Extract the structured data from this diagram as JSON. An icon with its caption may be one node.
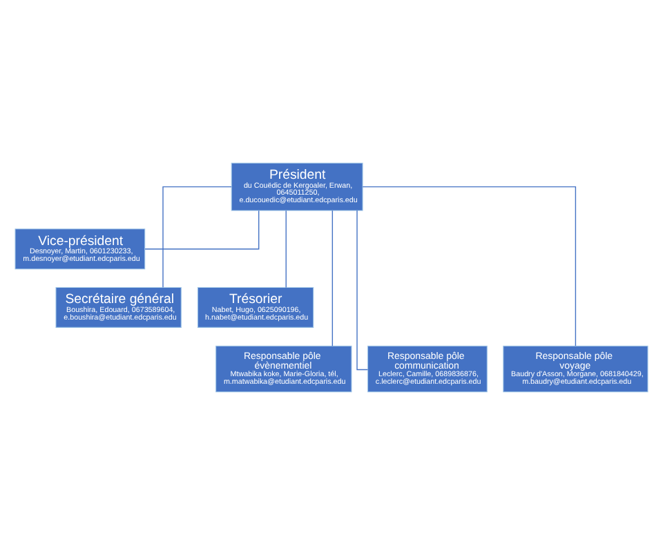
{
  "diagram": {
    "nodes": [
      {
        "text": [
          "Président",
          "du Couëdic de Kergoaler, Erwan, 0645011250, e.ducouedic@etudiant.edcparis.edu"
        ]
      },
      {
        "text": [
          "Vice-président",
          "Desnoyer, Martin, 0601230233, m.desnoyer@etudiant.edcparis.edu"
        ]
      },
      {
        "text": [
          "Secrétaire général",
          "Boushira, Edouard, 0673589604, e.boushira@etudiant.edcparis.edu"
        ]
      },
      {
        "text": [
          "Trésorier",
          "Nabet, Hugo, 0625090196, h.nabet@etudiant.edcparis.edu"
        ]
      },
      {
        "text": [
          "Responsable pôle évènementiel",
          "Mtwabika koke, Marie-Gloria, tél, m.matwabika@etudiant.edcparis.edu"
        ]
      },
      {
        "text": [
          "Responsable pôle communication",
          "Leclerc, Camille, 0689836876, c.leclerc@etudiant.edcparis.edu"
        ]
      },
      {
        "text": [
          "Responsable pôle voyage",
          "Baudry d'Asson, Morgane, 0681840429, m.baudry@etudiant.edcparis.edu"
        ]
      }
    ],
    "edges": [
      {
        "from": 0,
        "to": 1,
        "arrow": "none"
      },
      {
        "from": 0,
        "to": 2,
        "arrow": "none"
      },
      {
        "from": 0,
        "to": 3,
        "arrow": "none"
      },
      {
        "from": 0,
        "to": 4,
        "arrow": "none"
      },
      {
        "from": 0,
        "to": 5,
        "arrow": "none"
      },
      {
        "from": 0,
        "to": 6,
        "arrow": "none"
      }
    ]
  }
}
